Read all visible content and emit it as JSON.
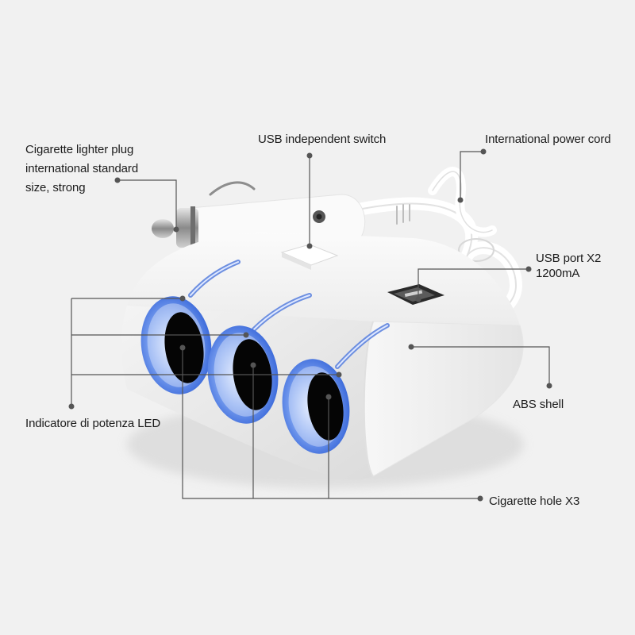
{
  "diagram": {
    "subject": "3-socket car cigarette lighter splitter with dual USB",
    "background_color": "#f1f1f1",
    "callout_color": "#555555",
    "led_color": "#3f6fe0"
  },
  "labels": {
    "lighter_plug": {
      "line1": "Cigarette lighter plug",
      "line2": "international standard",
      "line3": "size, strong"
    },
    "usb_switch": {
      "text": "USB independent switch"
    },
    "power_cord": {
      "text": "International power cord"
    },
    "usb_port": {
      "line1": "USB port X2",
      "line2": "1200mA"
    },
    "led_indicator": {
      "text": "Indicatore di potenza LED"
    },
    "abs_shell": {
      "text": "ABS shell"
    },
    "cigarette_hole": {
      "text": "Cigarette hole X3"
    }
  }
}
